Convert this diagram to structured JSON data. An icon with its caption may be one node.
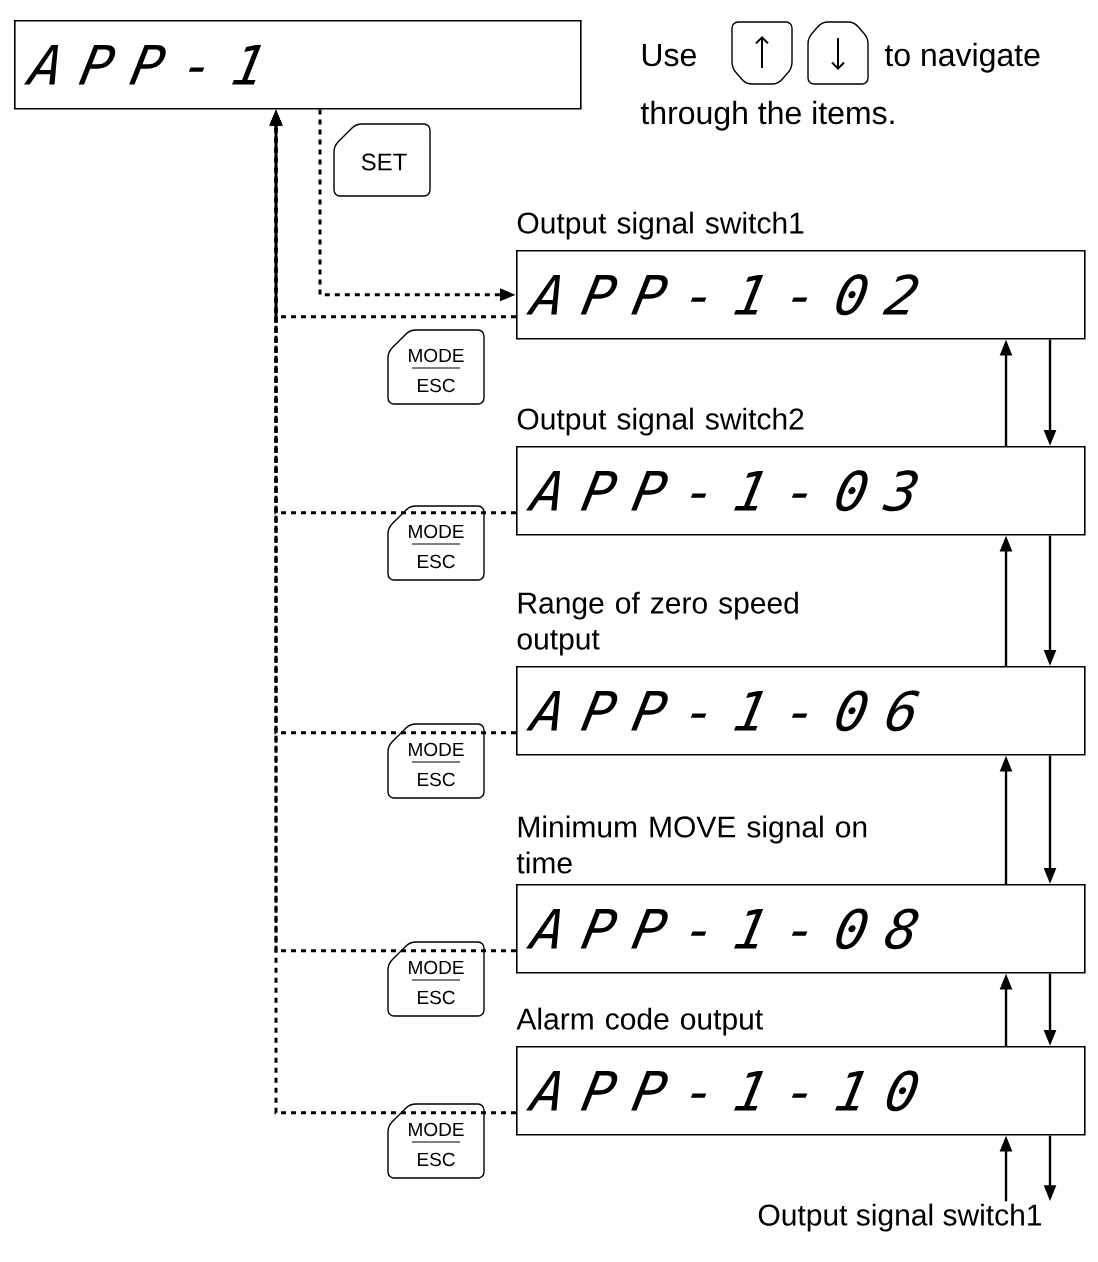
{
  "diagram": {
    "nodes": [
      {
        "text": [
          "A P P - 1"
        ]
      },
      {
        "text": [
          "A P P - 1 - 0 2"
        ],
        "beside": [
          "Output signal switch1"
        ]
      },
      {
        "text": [
          "A P P - 1 - 0 3"
        ],
        "beside": [
          "Output signal switch2"
        ]
      },
      {
        "text": [
          "A P P - 1 - 0 6"
        ],
        "beside": [
          "Range of zero speed output"
        ]
      },
      {
        "text": [
          "A P P - 1 - 0 8"
        ],
        "beside": [
          "Minimum MOVE signal on time"
        ]
      },
      {
        "text": [
          "A P P - 1 - 1 0"
        ],
        "beside": [
          "Alarm code output"
        ]
      },
      {
        "text": [
          "Output signal switch1"
        ]
      }
    ],
    "edges": [
      {
        "from": 0,
        "to": 1,
        "arrow": "to",
        "style": "dashed"
      },
      {
        "from": 1,
        "to": 0,
        "arrow": "to",
        "style": "dashed"
      },
      {
        "from": 2,
        "to": 0,
        "arrow": "to",
        "style": "dashed"
      },
      {
        "from": 3,
        "to": 0,
        "arrow": "to",
        "style": "dashed"
      },
      {
        "from": 4,
        "to": 0,
        "arrow": "to",
        "style": "dashed"
      },
      {
        "from": 5,
        "to": 0,
        "arrow": "to",
        "style": "dashed"
      },
      {
        "from": 2,
        "to": 1,
        "arrow": "to"
      },
      {
        "from": 1,
        "to": 2,
        "arrow": "to"
      },
      {
        "from": 3,
        "to": 2,
        "arrow": "to"
      },
      {
        "from": 2,
        "to": 3,
        "arrow": "to"
      },
      {
        "from": 4,
        "to": 3,
        "arrow": "to"
      },
      {
        "from": 3,
        "to": 4,
        "arrow": "to"
      },
      {
        "from": 5,
        "to": 4,
        "arrow": "to"
      },
      {
        "from": 4,
        "to": 5,
        "arrow": "to"
      },
      {
        "from": 6,
        "to": 5,
        "arrow": "to"
      },
      {
        "from": 5,
        "to": 6,
        "arrow": "to"
      }
    ],
    "labels": [
      "Use",
      "to navigate",
      "through the items.",
      "SET",
      "MODE",
      "ESC",
      "MODE",
      "ESC",
      "MODE",
      "ESC",
      "MODE",
      "ESC",
      "MODE",
      "ESC"
    ]
  }
}
